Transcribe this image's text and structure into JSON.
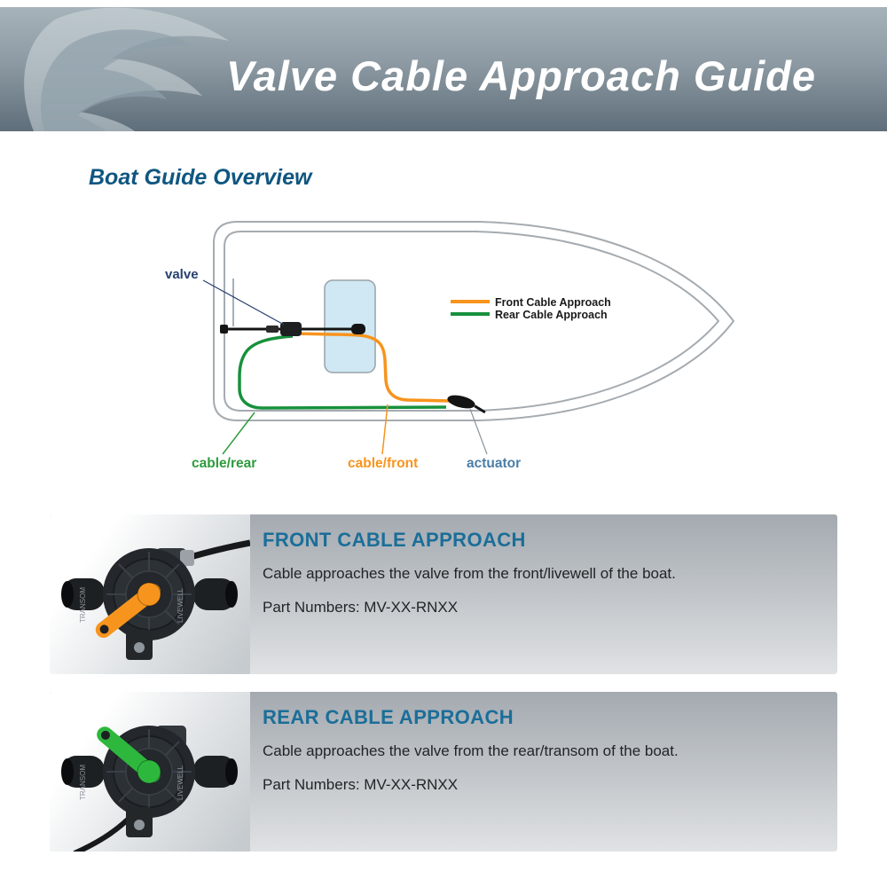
{
  "header": {
    "title": "Valve Cable Approach Guide"
  },
  "overview": {
    "section_title": "Boat Guide Overview",
    "diagram": {
      "valve_label": "valve",
      "legend": {
        "front": {
          "label": "Front Cable Approach",
          "color": "#f7941d"
        },
        "rear": {
          "label": "Rear Cable Approach",
          "color": "#17913c"
        }
      },
      "labels": {
        "cable_rear": {
          "text": "cable/rear",
          "color": "#2e9b3c"
        },
        "cable_front": {
          "text": "cable/front",
          "color": "#f7941d"
        },
        "actuator": {
          "text": "actuator",
          "color": "#4b7ea8"
        }
      }
    }
  },
  "cards": [
    {
      "heading": "FRONT CABLE APPROACH",
      "description": "Cable approaches the valve from the front/livewell of the boat.",
      "part_numbers": "Part Numbers: MV-XX-RNXX",
      "lever_color": "#f7941d",
      "valve_labels": {
        "left": "TRANSOM",
        "right": "LIVEWELL"
      }
    },
    {
      "heading": "REAR CABLE APPROACH",
      "description": "Cable approaches the valve from the rear/transom of the boat.",
      "part_numbers": "Part Numbers: MV-XX-RNXX",
      "lever_color": "#2db83d",
      "valve_labels": {
        "left": "TRANSOM",
        "right": "LIVEWELL"
      }
    }
  ],
  "colors": {
    "front_cable": "#f7941d",
    "rear_cable": "#17913c",
    "heading_blue": "#1b6e99",
    "section_title_blue": "#0f5680",
    "actuator_label_blue": "#4b7ea8",
    "valve_label_navy": "#27406e",
    "boat_outline_gray": "#a5abb0",
    "livewell_fill": "#cfe8f3"
  }
}
